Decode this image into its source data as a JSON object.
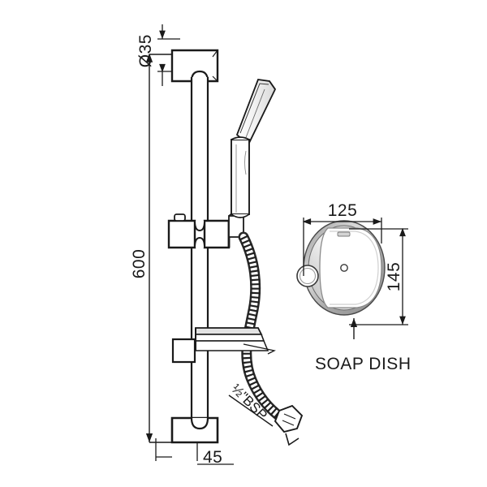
{
  "drawing": {
    "title": "shower-slide-rail-kit-technical-drawing",
    "background_color": "#ffffff",
    "line_color": "#1a1a1a",
    "dimensions": {
      "rail_diameter": {
        "label": "Ø35",
        "orientation": "vertical",
        "name": "diameter-35-dimension"
      },
      "rail_length": {
        "label": "600",
        "orientation": "vertical",
        "name": "length-600-dimension"
      },
      "bracket_projection": {
        "label": "45",
        "orientation": "horizontal",
        "name": "projection-45-dimension"
      },
      "soap_dish_width": {
        "label": "125",
        "orientation": "horizontal",
        "name": "soap-dish-width-125-dimension"
      },
      "soap_dish_height": {
        "label": "145",
        "orientation": "vertical",
        "name": "soap-dish-height-145-dimension"
      }
    },
    "annotations": {
      "soap_dish": "SOAP DISH",
      "hose_connection": "½\"BSP"
    },
    "parts": [
      {
        "name": "top-wall-bracket",
        "label": "top-wall-bracket"
      },
      {
        "name": "slide-rail",
        "label": "slide-rail"
      },
      {
        "name": "slider-holder",
        "label": "slider-holder"
      },
      {
        "name": "hand-shower-head",
        "label": "hand-shower-head"
      },
      {
        "name": "flexible-hose",
        "label": "flexible-hose"
      },
      {
        "name": "soap-dish-tray",
        "label": "soap-dish-tray"
      },
      {
        "name": "bottom-wall-bracket",
        "label": "bottom-wall-bracket"
      },
      {
        "name": "soap-dish-plan-view",
        "label": "soap-dish-plan-view"
      }
    ]
  }
}
